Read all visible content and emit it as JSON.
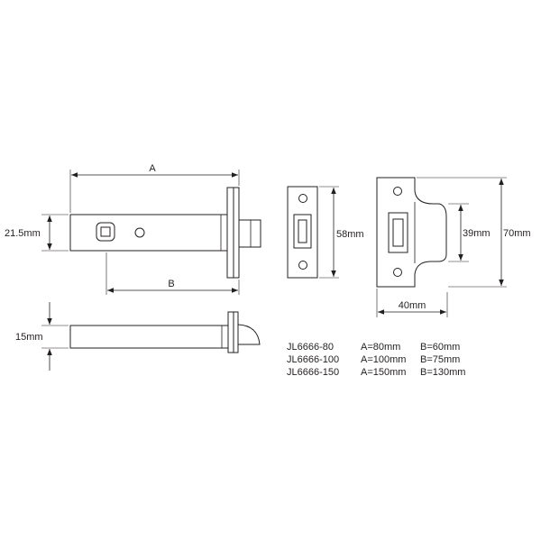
{
  "dimensions": {
    "a": "A",
    "b": "B",
    "latch_height": "21.5mm",
    "latch_thickness": "15mm",
    "strike_plate_height": "58mm",
    "forend_height": "39mm",
    "forend_width": "40mm",
    "strike_box_height": "70mm"
  },
  "models": [
    {
      "code": "JL6666-80",
      "a": "A=80mm",
      "b": "B=60mm"
    },
    {
      "code": "JL6666-100",
      "a": "A=100mm",
      "b": "B=75mm"
    },
    {
      "code": "JL6666-150",
      "a": "A=150mm",
      "b": "B=130mm"
    }
  ],
  "colors": {
    "line": "#231f20",
    "background": "#ffffff"
  }
}
